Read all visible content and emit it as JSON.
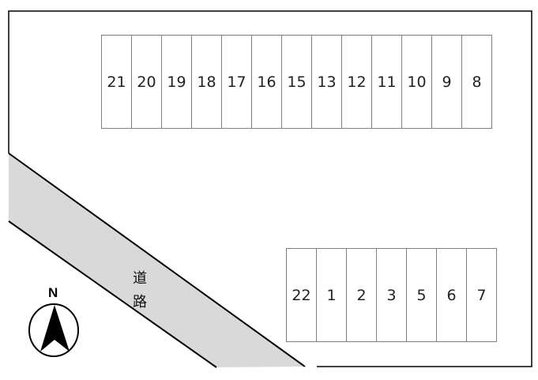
{
  "diagram": {
    "type": "parking-lot-layout",
    "road_label_chars": [
      "道",
      "路"
    ],
    "compass": {
      "label": "N"
    },
    "colors": {
      "road_fill": "#d9d9d9",
      "boundary": "#000000",
      "space_border": "#808080"
    },
    "top_row": {
      "spaces": [
        "21",
        "20",
        "19",
        "18",
        "17",
        "16",
        "15",
        "13",
        "12",
        "11",
        "10",
        "9",
        "8"
      ]
    },
    "bottom_row": {
      "spaces": [
        "22",
        "1",
        "2",
        "3",
        "5",
        "6",
        "7"
      ]
    }
  }
}
